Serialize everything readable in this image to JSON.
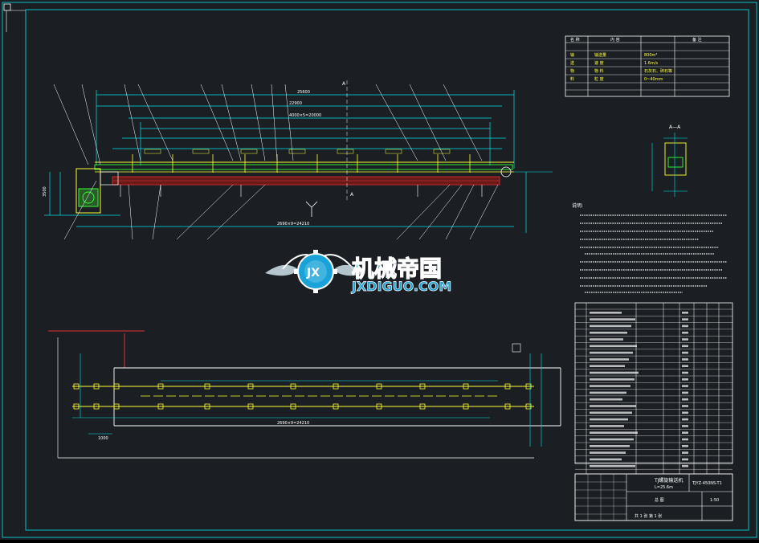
{
  "watermark": {
    "brand_cn": "机械帝国",
    "brand_en": "JXDIGUO.COM",
    "emblem_letters": "JX",
    "colors": {
      "primary": "#1aa3d9",
      "outline": "#ffffff"
    }
  },
  "section_label": "A—A",
  "cut_letter": "A",
  "notes_title": "说明:",
  "spec_table": {
    "headers": [
      "名 称",
      "内 容",
      "备 注"
    ],
    "rows": [
      [
        "输",
        "输送量",
        "800m³"
      ],
      [
        "送",
        "速 度",
        "1.6m/s"
      ],
      [
        "物",
        "物 料",
        "石灰石、碎石等"
      ],
      [
        "料",
        "粒 度",
        "0~40mm"
      ]
    ]
  },
  "title_block": {
    "title": "TJ螺旋输送机",
    "subtitle": "L=25.6m",
    "drawing_no": "TJYZ-450NS-T1",
    "view": "总 图",
    "sheet": "共 1 张 第 1 张",
    "scale": "1:50"
  },
  "dimensions": {
    "overall_length": "25600",
    "top_span": "22900",
    "mid_span": "4000×5=20000",
    "bottom_span": "2690×9=24210",
    "plan_span": "2690×9=24210",
    "height": "3500",
    "side_w": "1000"
  },
  "colors": {
    "background": "#1b1f24",
    "frame": "#00c4c4",
    "geometry_yellow": "#ffff33",
    "geometry_green": "#33ff33",
    "belt_red": "#e03030",
    "dim_cyan": "#00e5e5",
    "white": "#ffffff",
    "magenta": "#ff33ff"
  }
}
